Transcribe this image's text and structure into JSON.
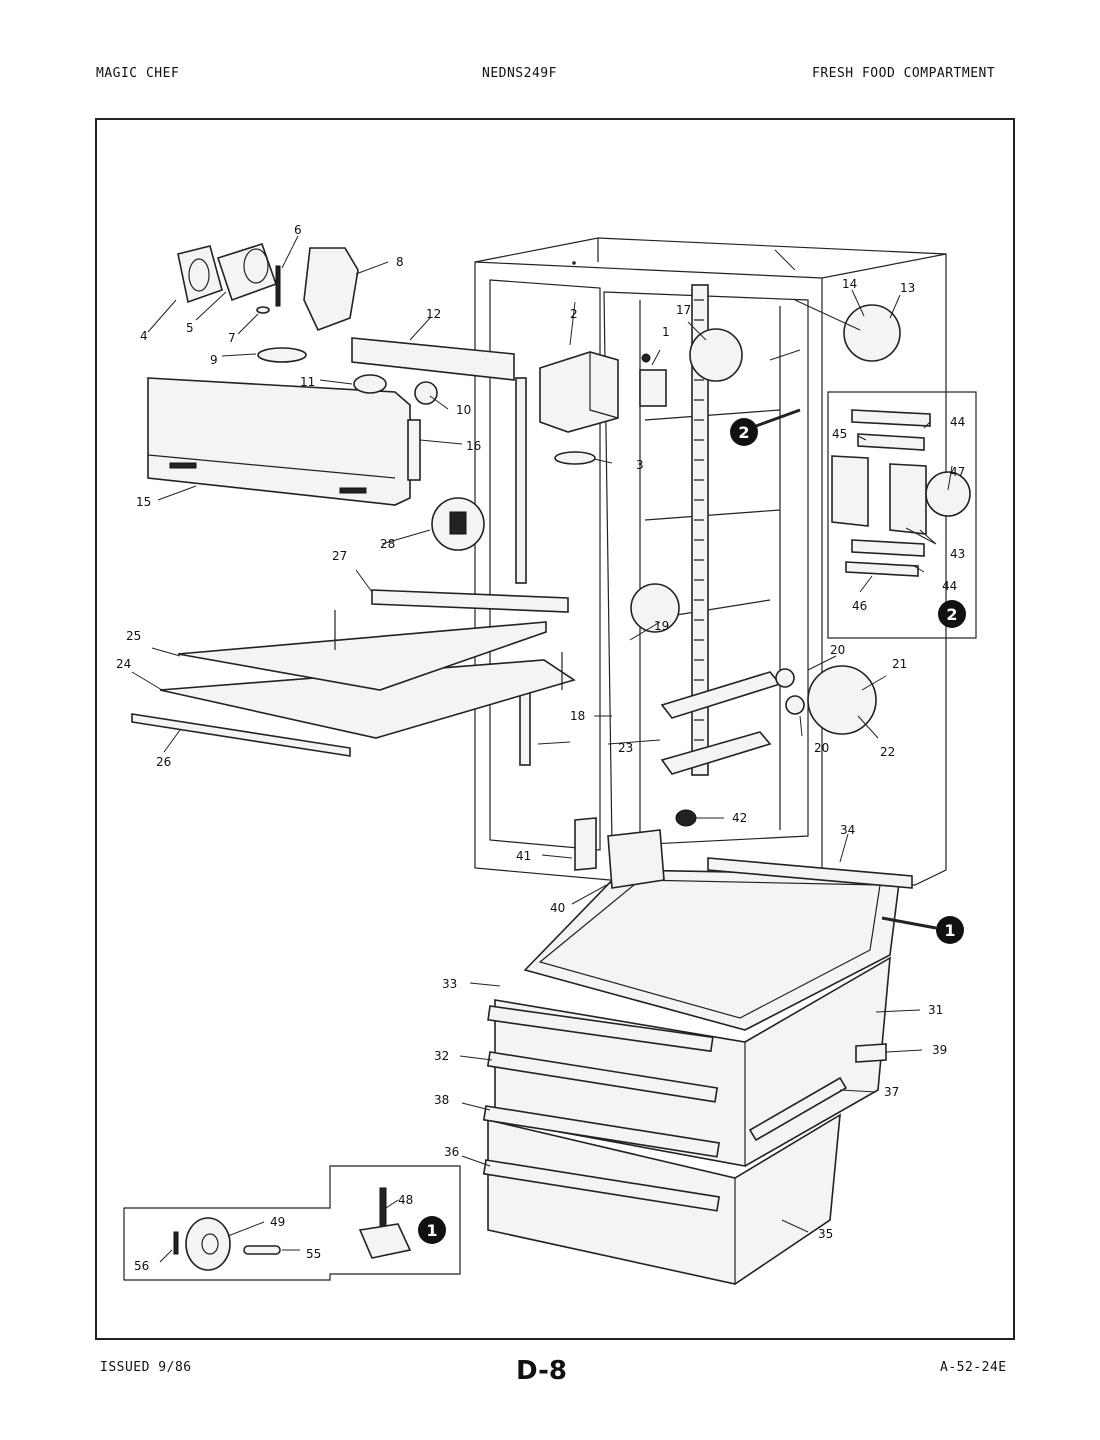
{
  "header": {
    "brand": "MAGIC CHEF",
    "model": "NEDNS249F",
    "section": "FRESH FOOD COMPARTMENT"
  },
  "footer": {
    "issued": "ISSUED 9/86",
    "page": "D-8",
    "code": "A-52-24E"
  },
  "markers": {
    "one": "1",
    "two": "2"
  },
  "callouts": {
    "p1": "1",
    "p2": "2",
    "p3": "3",
    "p4": "4",
    "p5": "5",
    "p6": "6",
    "p7": "7",
    "p8": "8",
    "p9": "9",
    "p10": "10",
    "p11": "11",
    "p12": "12",
    "p13": "13",
    "p14": "14",
    "p15": "15",
    "p16": "16",
    "p17": "17",
    "p18": "18",
    "p19": "19",
    "p20a": "20",
    "p20b": "20",
    "p21": "21",
    "p22": "22",
    "p23": "23",
    "p24": "24",
    "p25": "25",
    "p26": "26",
    "p27": "27",
    "p28": "28",
    "p31": "31",
    "p32": "32",
    "p33": "33",
    "p34": "34",
    "p35": "35",
    "p36": "36",
    "p37": "37",
    "p38": "38",
    "p39": "39",
    "p40": "40",
    "p41": "41",
    "p42": "42",
    "p43": "43",
    "p44a": "44",
    "p44b": "44",
    "p45": "45",
    "p46": "46",
    "p47": "47",
    "p48": "48",
    "p49": "49",
    "p55": "55",
    "p56": "56"
  }
}
